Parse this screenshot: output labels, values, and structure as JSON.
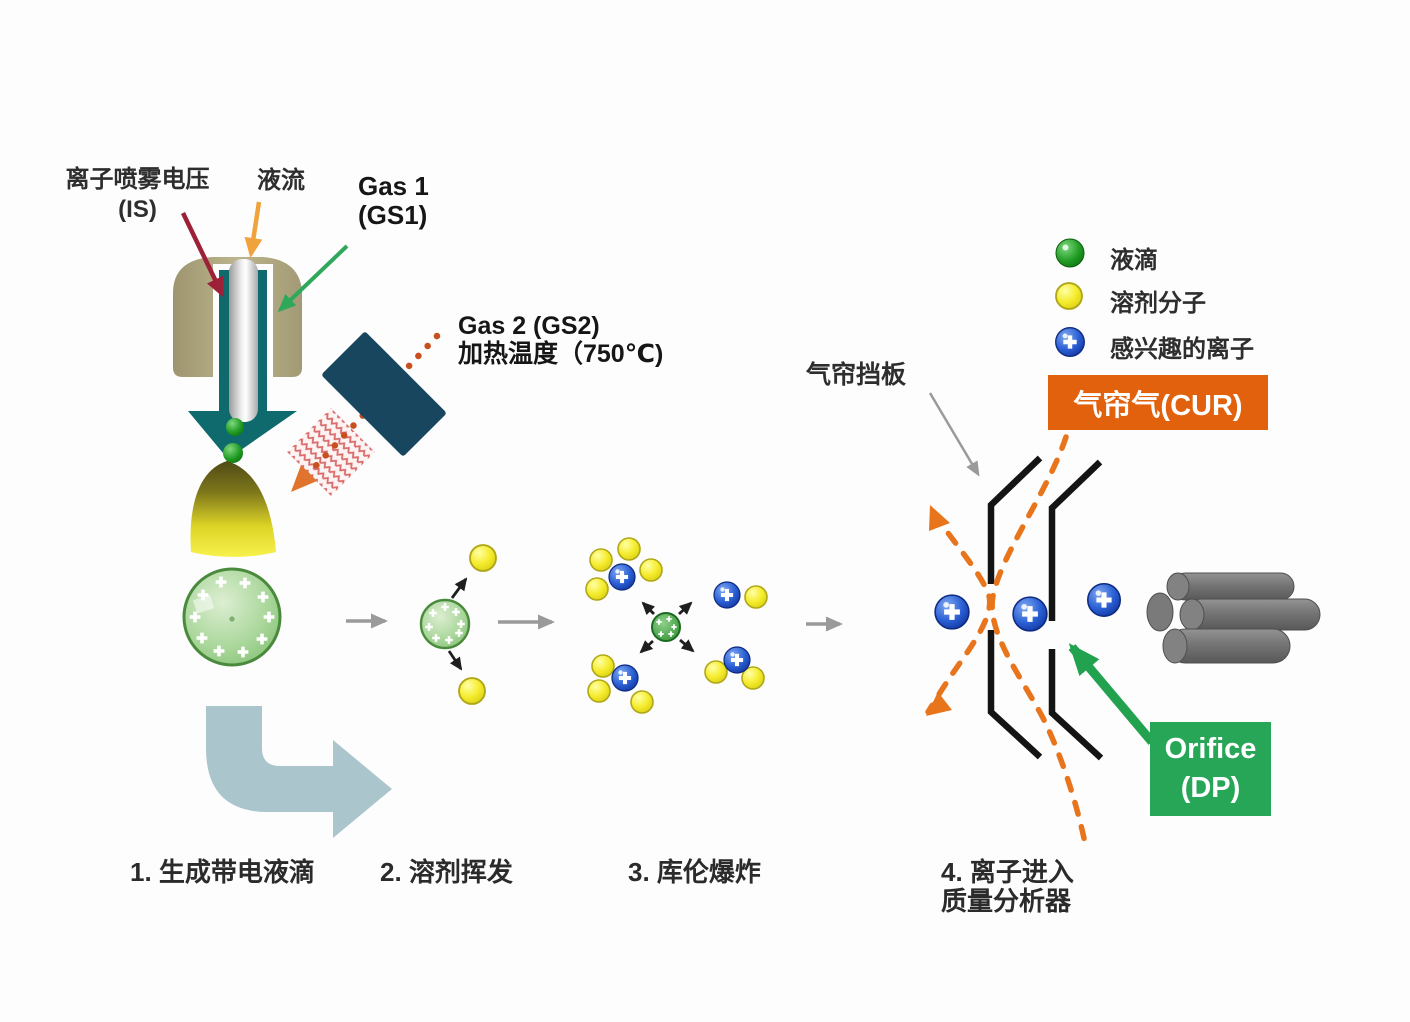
{
  "labels": {
    "ion_spray_voltage_l1": "离子喷雾电压",
    "ion_spray_voltage_l2": "(IS)",
    "liquid_flow": "液流",
    "gas1_l1": "Gas 1",
    "gas1_l2": "(GS1)",
    "gas2_l1": "Gas 2 (GS2)",
    "gas2_l2": "加热温度（750℃)",
    "curtain_plate": "气帘挡板",
    "curtain_gas_box": "气帘气(CUR)",
    "orifice_l1": "Orifice",
    "orifice_l2": "(DP)"
  },
  "legend": {
    "items": [
      {
        "id": "droplet",
        "label": "液滴",
        "color": "#1f9a22"
      },
      {
        "id": "solvent-molecule",
        "label": "溶剂分子",
        "color": "#f0e71c"
      },
      {
        "id": "ion-of-interest",
        "label": "感兴趣的离子",
        "color": "#1d4fc0"
      }
    ]
  },
  "steps": {
    "step1": "1. 生成带电液滴",
    "step2": "2. 溶剂挥发",
    "step3": "3. 库伦爆炸",
    "step4_l1": "4. 离子进入",
    "step4_l2": "质量分析器"
  },
  "colors": {
    "sprayer_body_tan": "#b2aa82",
    "sprayer_arrow_teal": "#0f6a6d",
    "heater_navy": "#17465e",
    "heat_zigzag_pink": "#d96b6b",
    "gas_flow_orange": "#e8741c",
    "curtain_gas_badge": "#e2610d",
    "orifice_badge": "#27a657",
    "droplet_green": "#8cc97e",
    "solvent_yellow": "#f0e71c",
    "ion_blue": "#1d4fc0",
    "flow_elbow_steelblue": "#abc5cd",
    "quadrupole_grey": "#6e6e6e"
  }
}
